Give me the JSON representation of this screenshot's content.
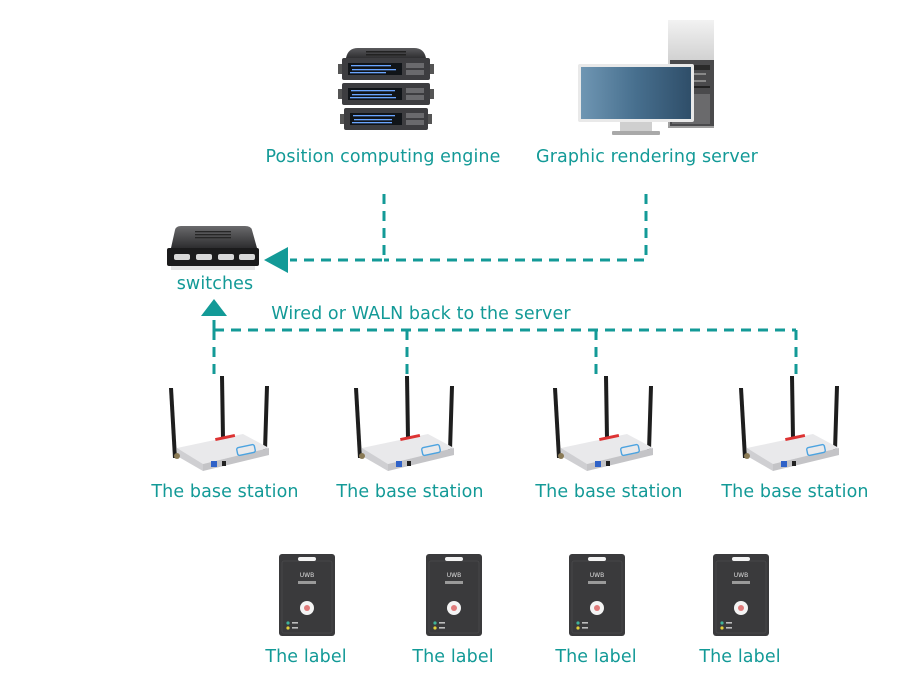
{
  "theme": {
    "accent": "#139a97",
    "device_dark": "#3b3b3d",
    "device_light": "#d9d9db",
    "screen": "#3a6584"
  },
  "nodes": {
    "position_engine": {
      "label": "Position computing engine",
      "icon": "server-rack-icon"
    },
    "render_server": {
      "label": "Graphic rendering server",
      "icon": "desktop-computer-icon"
    },
    "switch": {
      "label": "switches",
      "icon": "network-switch-icon"
    },
    "base_stations": [
      {
        "label": "The base station",
        "icon": "base-station-icon"
      },
      {
        "label": "The base station",
        "icon": "base-station-icon"
      },
      {
        "label": "The base station",
        "icon": "base-station-icon"
      },
      {
        "label": "The base station",
        "icon": "base-station-icon"
      }
    ],
    "tags": [
      {
        "label": "The label",
        "icon": "uwb-tag-icon",
        "tag_text": "UWB"
      },
      {
        "label": "The label",
        "icon": "uwb-tag-icon",
        "tag_text": "UWB"
      },
      {
        "label": "The label",
        "icon": "uwb-tag-icon",
        "tag_text": "UWB"
      },
      {
        "label": "The label",
        "icon": "uwb-tag-icon",
        "tag_text": "UWB"
      }
    ]
  },
  "edges": {
    "backhaul_label": "Wired or WALN back to the server"
  }
}
